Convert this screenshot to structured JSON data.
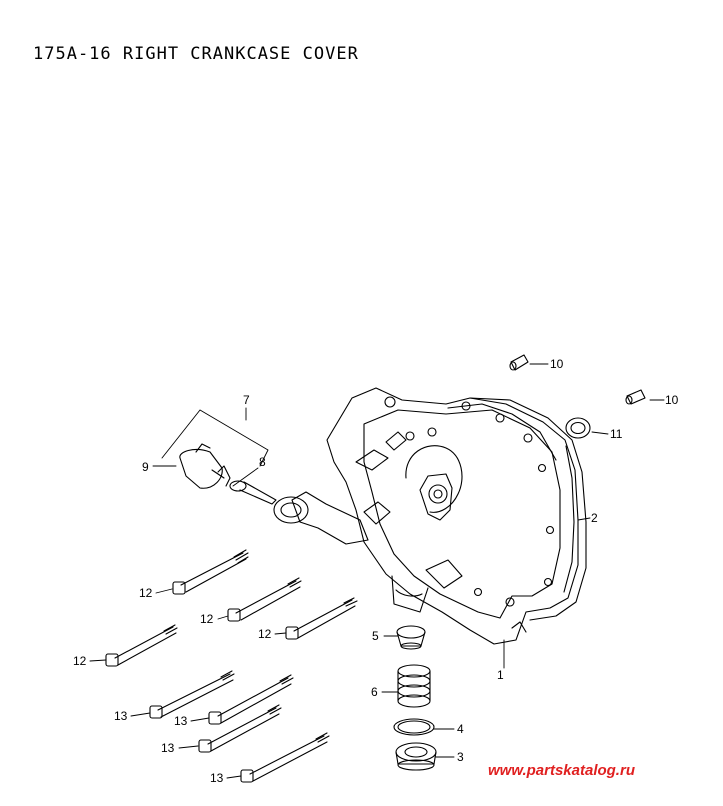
{
  "title": "175A-16 RIGHT CRANKCASE COVER",
  "callouts": {
    "c1": "1",
    "c2": "2",
    "c3": "3",
    "c4": "4",
    "c5": "5",
    "c6": "6",
    "c7": "7",
    "c8": "8",
    "c9": "9",
    "c10a": "10",
    "c10b": "10",
    "c11": "11",
    "c12a": "12",
    "c12b": "12",
    "c12c": "12",
    "c12d": "12",
    "c13a": "13",
    "c13b": "13",
    "c13c": "13",
    "c13d": "13"
  },
  "watermark": "www.partskatalog.ru"
}
